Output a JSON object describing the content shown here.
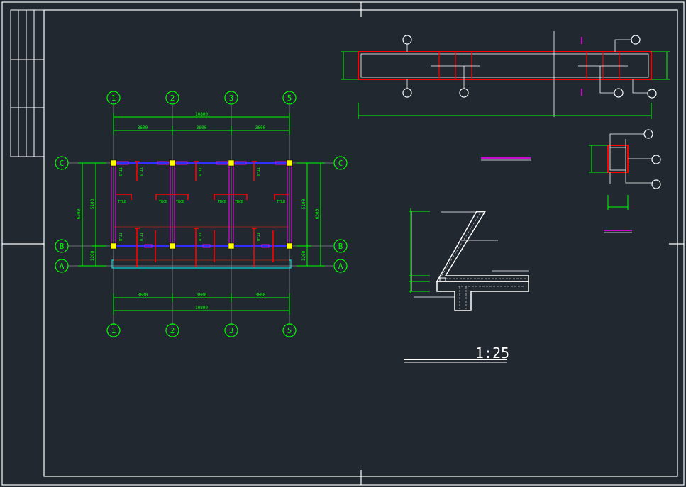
{
  "drawing": {
    "background": "#212830",
    "colors": {
      "frame": "#ffffff",
      "dimension": "#00ff00",
      "beam_red": "#ff0000",
      "column_yellow": "#ffff00",
      "slab_magenta": "#ff00ff",
      "axis_blue": "#3030ff",
      "cyan": "#00ffff",
      "brown": "#8b2a1a",
      "grey": "#8a8a8a"
    },
    "grid_bubbles_top": [
      "1",
      "2",
      "3",
      "5"
    ],
    "grid_bubbles_bottom": [
      "1",
      "2",
      "3",
      "5"
    ],
    "grid_bubbles_left": [
      "C",
      "B",
      "A"
    ],
    "grid_bubbles_right": [
      "C",
      "B",
      "A"
    ],
    "dim_top_total": "10800",
    "dim_top_spans": [
      "3600",
      "3600",
      "3600"
    ],
    "dim_bottom_spans": [
      "3600",
      "3600",
      "3600"
    ],
    "dim_bottom_total": "10800",
    "dim_left_outer": "6300",
    "dim_left_inner": "5100",
    "dim_left_lower": "1200",
    "dim_right_inner": "5100",
    "dim_right_outer": "6300",
    "dim_right_lower": "1200",
    "beam_labels_upper": [
      "TTLB",
      "TTLB",
      "TTLB",
      "TTLB"
    ],
    "beam_labels_mid": [
      "TTLB",
      "TBCB",
      "TBCB",
      "TBCB",
      "TBCB",
      "TTLB"
    ],
    "beam_labels_lower": [
      "TTLB",
      "TTLB",
      "TTLB",
      "TTLB"
    ],
    "scale_label": "1:25"
  }
}
